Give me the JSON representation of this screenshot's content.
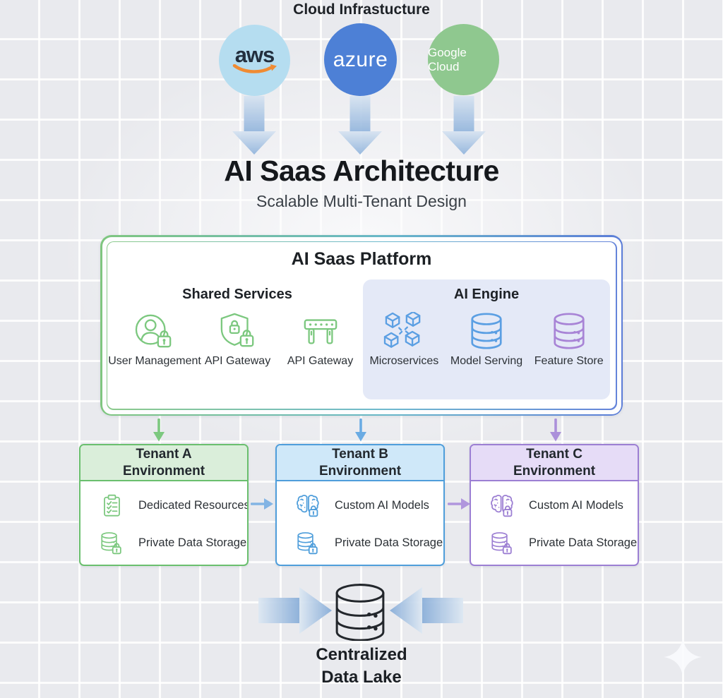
{
  "header": {
    "cloud_section_title": "Cloud Infrastucture"
  },
  "cloud_providers": [
    {
      "id": "aws",
      "label": "aws",
      "bg_color": "#b5ddf0",
      "text_color": "#232f3e"
    },
    {
      "id": "azure",
      "label": "azure",
      "bg_color": "#4d80d6",
      "text_color": "#ffffff"
    },
    {
      "id": "google-cloud",
      "label": "Google Cloud",
      "bg_color": "#8fc88f",
      "text_color": "#ffffff"
    }
  ],
  "title_block": {
    "title": "AI Saas Architecture",
    "subtitle": "Scalable Multi-Tenant Design"
  },
  "platform": {
    "title": "AI Saas Platform",
    "border_gradient": [
      "#7fc67f",
      "#5c7dd8"
    ],
    "shared_services": {
      "title": "Shared Services",
      "accent_color": "#7cc87f",
      "items": [
        {
          "label": "User Management",
          "icon": "user-lock-icon"
        },
        {
          "label": "API Gateway",
          "icon": "shield-lock-icon"
        },
        {
          "label": "API Gateway",
          "icon": "gateway-icon"
        }
      ]
    },
    "ai_engine": {
      "title": "AI Engine",
      "panel_color": "#e4e9f7",
      "items": [
        {
          "label": "Microservices",
          "icon": "cubes-icon",
          "color": "#5b9fe3"
        },
        {
          "label": "Model Serving",
          "icon": "database-icon",
          "color": "#5b9fe3"
        },
        {
          "label": "Feature Store",
          "icon": "database-icon",
          "color": "#a884d6"
        }
      ]
    }
  },
  "tenants": [
    {
      "name": "Tenant A",
      "env_label": "Environment",
      "accent_color": "#6abf6e",
      "header_bg": "#daeeda",
      "items": [
        {
          "label": "Dedicated Resources",
          "icon": "clipboard-check-icon"
        },
        {
          "label": "Private Data Storage",
          "icon": "database-lock-icon"
        }
      ]
    },
    {
      "name": "Tenant B",
      "env_label": "Environment",
      "accent_color": "#4f9edb",
      "header_bg": "#cfe8f9",
      "items": [
        {
          "label": "Custom AI Models",
          "icon": "brain-lock-icon"
        },
        {
          "label": "Private Data Storage",
          "icon": "database-lock-icon"
        }
      ]
    },
    {
      "name": "Tenant C",
      "env_label": "Environment",
      "accent_color": "#9c7fd3",
      "header_bg": "#e6dcf7",
      "items": [
        {
          "label": "Custom AI Models",
          "icon": "brain-lock-icon"
        },
        {
          "label": "Private Data Storage",
          "icon": "database-lock-icon"
        }
      ]
    }
  ],
  "data_lake": {
    "label_line1": "Centralized",
    "label_line2": "Data Lake",
    "icon": "database-icon",
    "icon_color": "#23272c"
  }
}
